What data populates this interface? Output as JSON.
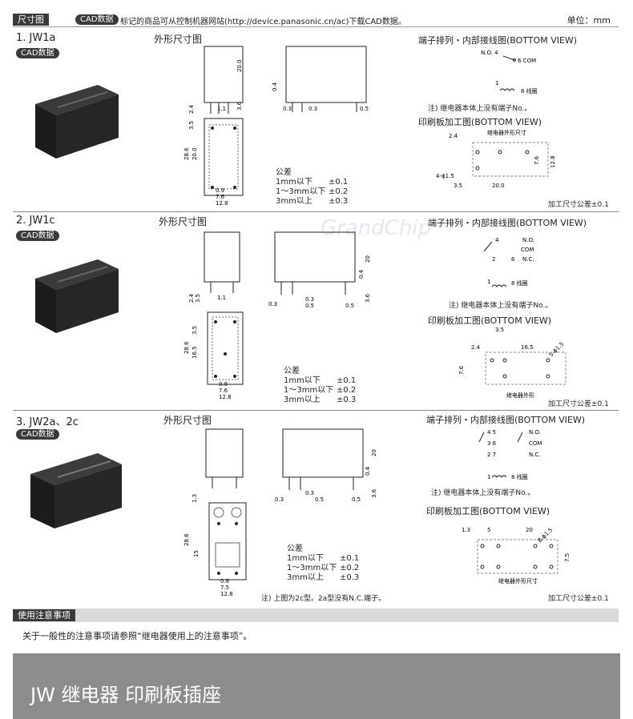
{
  "header": {
    "section_tag": "尺寸图",
    "cad_tag": "CAD数据",
    "note": "标记的商品可从控制机器网站(http://device.panasonic.cn/ac)下载CAD数据。",
    "unit": "单位：mm"
  },
  "models": [
    {
      "title": "1. JW1a",
      "cad_label": "CAD数据",
      "outline_title": "外形尺寸图",
      "terminal_title": "端子排列・内部接线图(BOTTOM VIEW)",
      "terminal_note": "注) 继电器本体上没有端子No.。",
      "pcb_title": "印刷板加工图(BOTTOM VIEW)",
      "pcb_note": "加工尺寸公差±0.1",
      "pcb_outline_label": "继电器外形尺寸",
      "tolerance": {
        "title": "公差",
        "rows": [
          [
            "1mm以下",
            "±0.1"
          ],
          [
            "1～3mm以下",
            "±0.2"
          ],
          [
            "3mm以上",
            "±0.3"
          ]
        ]
      },
      "pins": {
        "no": "N.O. 4",
        "com": "6 COM",
        "coil": "1",
        "coil2": "8 线圈"
      },
      "dims": {
        "h": "20.0",
        "h2": "3.6",
        "t": "0.4",
        "w1": "0.3",
        "w2": "0.3",
        "w3": "0.5",
        "a": "1.1",
        "b": "2.4",
        "c": "3.5",
        "d": "28.6",
        "e": "20.0",
        "f": "0.9",
        "g": "7.6",
        "i": "12.8",
        "p1": "2.4",
        "p2": "7.6",
        "p3": "12.8",
        "p4": "3.5",
        "p5": "20.0",
        "p6": "4-ϕ1.5"
      }
    },
    {
      "title": "2. JW1c",
      "cad_label": "CAD数据",
      "outline_title": "外形尺寸图",
      "terminal_title": "端子排列・内部接线图(BOTTOM VIEW)",
      "terminal_note": "注) 继电器本体上没有端子No.。",
      "pcb_title": "印刷板加工图(BOTTOM VIEW)",
      "pcb_note": "加工尺寸公差±0.1",
      "pcb_outline_label": "继电器外形",
      "tolerance": {
        "title": "公差",
        "rows": [
          [
            "1mm以下",
            "±0.1"
          ],
          [
            "1～3mm以下",
            "±0.2"
          ],
          [
            "3mm以上",
            "±0.3"
          ]
        ]
      },
      "pins": {
        "no": "4",
        "no_label": "N.O.",
        "com_label": "COM",
        "nc": "2",
        "nc_pin": "6",
        "nc_label": "N.C.",
        "coil": "1",
        "coil2": "8 线圈"
      },
      "dims": {
        "h": "20",
        "h2": "3.6",
        "t": "0.4",
        "w1": "0.3",
        "w2": "0.3",
        "w3": "0.5",
        "w4": "0.5",
        "a": "1.1",
        "b": "2.4",
        "c": "3.5",
        "d": "28.6",
        "e": "3.5",
        "e2": "16.5",
        "f": "0.8",
        "g": "7.6",
        "i": "12.8",
        "p1": "2.4",
        "p2": "3.5",
        "p3": "16.5",
        "p4": "7.6",
        "p5": "5-ϕ1.5"
      }
    },
    {
      "title": "3. JW2a、2c",
      "cad_label": "CAD数据",
      "outline_title": "外形尺寸图",
      "terminal_title": "端子排列・内部接线图(BOTTOM VIEW)",
      "terminal_note": "注) 继电器本体上没有端子No.。",
      "pcb_title": "印刷板加工图(BOTTOM VIEW)",
      "pcb_note": "加工尺寸公差±0.1",
      "pcb_outline_label": "继电器外形尺寸",
      "outline_note": "注) 上图为2c型。2a型没有N.C.端子。",
      "tolerance": {
        "title": "公差",
        "rows": [
          [
            "1mm以下",
            "±0.1"
          ],
          [
            "1～3mm以下",
            "±0.2"
          ],
          [
            "3mm以上",
            "±0.3"
          ]
        ]
      },
      "pins": {
        "r1": "4  5",
        "r1l": "N.O.",
        "r2": "3  6",
        "r2l": "COM",
        "r3": "2  7",
        "r3l": "N.C.",
        "coil": "1",
        "coil2": "8 线圈"
      },
      "dims": {
        "h": "20",
        "h2": "3.6",
        "t": "0.4",
        "w1": "0.3",
        "w2": "0.3",
        "w3": "0.5",
        "w4": "0.5",
        "a": "1.3",
        "d": "28.6",
        "e": "15",
        "f": "0.8",
        "g": "7.5",
        "i": "12.8",
        "p1": "1.3",
        "p2": "5",
        "p3": "20",
        "p4": "7.5",
        "p5": "8-ϕ1.5"
      }
    }
  ],
  "caution": {
    "tag": "使用注意事项",
    "text": "关于一般性的注意事项请参照“继电器使用上的注意事项”。"
  },
  "footer": {
    "title": "JW 继电器 印刷板插座"
  },
  "watermark": "GrandChip",
  "colors": {
    "dark_tag": "#3a3a3a",
    "footer_bg": "#8c8c8c",
    "caution_bar": "#d9d9d9"
  }
}
